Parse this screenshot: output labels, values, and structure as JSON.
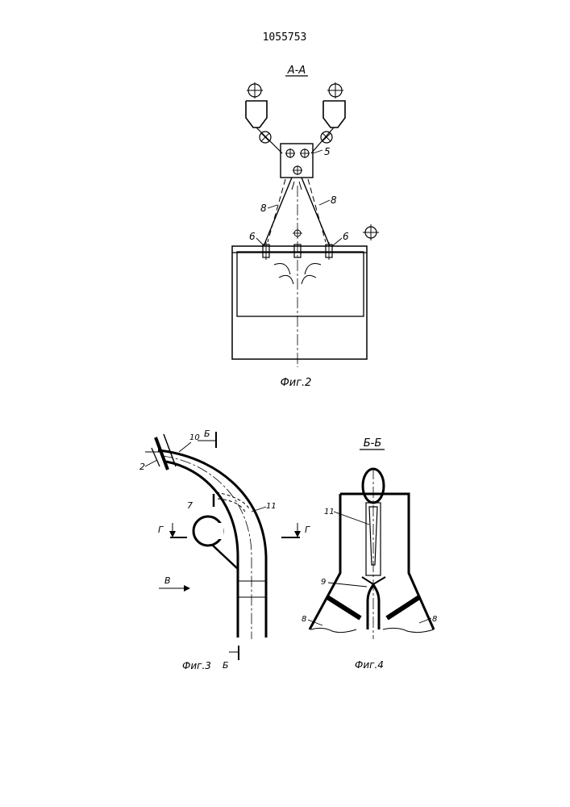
{
  "document": {
    "patent_number": "1055753",
    "section_aa": "А-А",
    "section_bb": "Б-Б",
    "fig2_caption": "Фиг.2",
    "fig3_caption": "Фиг.3",
    "fig4_caption": "Фиг.4"
  },
  "fig2_labels": {
    "item5": "5",
    "item6_left": "6",
    "item6_right": "6",
    "item8_left": "8",
    "item8_right": "8"
  },
  "fig3_labels": {
    "item2": "2",
    "item10": "10",
    "item7": "7",
    "item11": "11",
    "section_g_left": "Г",
    "section_g_right": "Г",
    "section_b_top": "Б",
    "section_b_bottom": "Б",
    "view_v": "В"
  },
  "fig4_labels": {
    "item11": "11",
    "item9": "9",
    "item8_left": "8",
    "item8_right": "8"
  }
}
